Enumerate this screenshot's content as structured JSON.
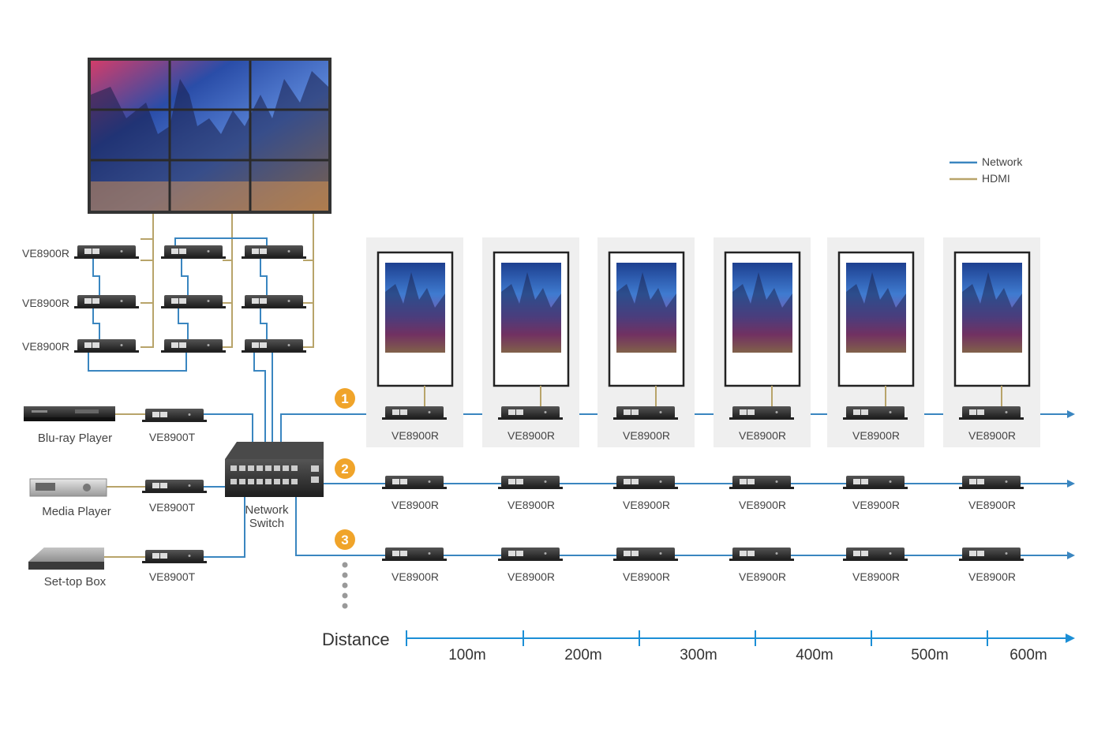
{
  "legend": {
    "items": [
      {
        "label": "Network",
        "color": "#3a86c0"
      },
      {
        "label": "HDMI",
        "color": "#b8a46a"
      }
    ]
  },
  "colors": {
    "network": "#3a86c0",
    "hdmi": "#b8a46a",
    "badge": "#f0a42a",
    "distance_axis": "#1c8fd6",
    "panel_bg": "#efefef",
    "device": "#2c2c2c"
  },
  "video_wall": {
    "receiver_label": "VE8900R",
    "grid": "3x3"
  },
  "sources": [
    {
      "label": "Blu-ray Player",
      "transmitter": "VE8900T",
      "icon": "bluray-player-icon"
    },
    {
      "label": "Media Player",
      "transmitter": "VE8900T",
      "icon": "media-player-icon"
    },
    {
      "label": "Set-top Box",
      "transmitter": "VE8900T",
      "icon": "set-top-box-icon"
    }
  ],
  "switch": {
    "label_line1": "Network",
    "label_line2": "Switch",
    "icon": "network-switch-icon"
  },
  "routes": [
    {
      "badge": "1",
      "receivers": [
        "VE8900R",
        "VE8900R",
        "VE8900R",
        "VE8900R",
        "VE8900R",
        "VE8900R"
      ],
      "has_displays": true
    },
    {
      "badge": "2",
      "receivers": [
        "VE8900R",
        "VE8900R",
        "VE8900R",
        "VE8900R",
        "VE8900R",
        "VE8900R"
      ],
      "has_displays": false
    },
    {
      "badge": "3",
      "receivers": [
        "VE8900R",
        "VE8900R",
        "VE8900R",
        "VE8900R",
        "VE8900R",
        "VE8900R"
      ],
      "has_displays": false
    }
  ],
  "distance": {
    "label": "Distance",
    "ticks": [
      "100m",
      "200m",
      "300m",
      "400m",
      "500m",
      "600m"
    ]
  }
}
